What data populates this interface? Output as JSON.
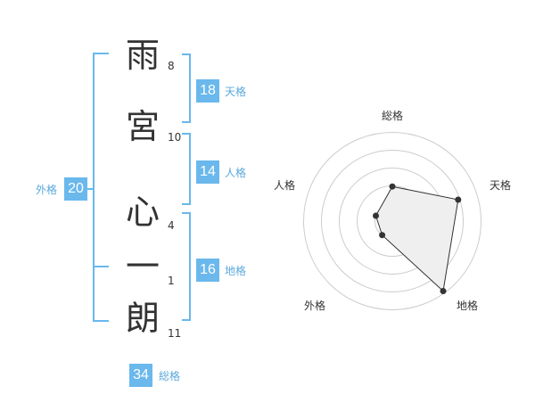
{
  "name": {
    "characters": [
      {
        "char": "雨",
        "strokes": "8"
      },
      {
        "char": "宮",
        "strokes": "10"
      },
      {
        "char": "心",
        "strokes": "4"
      },
      {
        "char": "一",
        "strokes": "1"
      },
      {
        "char": "朗",
        "strokes": "11"
      }
    ]
  },
  "fortunes": {
    "tenkaku": {
      "value": "18",
      "label": "天格"
    },
    "jinkaku": {
      "value": "14",
      "label": "人格"
    },
    "chikaku": {
      "value": "16",
      "label": "地格"
    },
    "gaikaku": {
      "value": "20",
      "label": "外格"
    },
    "soukaku": {
      "value": "34",
      "label": "総格"
    }
  },
  "radar": {
    "axes": [
      "総格",
      "天格",
      "地格",
      "外格",
      "人格"
    ],
    "levels": 5,
    "values": [
      2,
      4,
      5,
      1,
      1
    ]
  },
  "colors": {
    "accent": "#6ab8ec",
    "badge": "#6ab8ec",
    "badge_label": "#5aa8dd",
    "radar_fill": "#efefef",
    "radar_line": "#333333",
    "ring": "#cccccc"
  }
}
